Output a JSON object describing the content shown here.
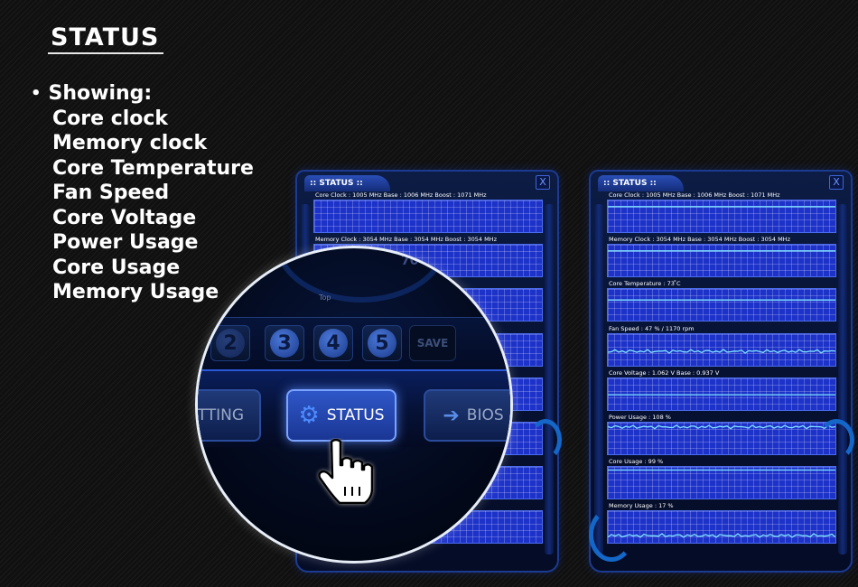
{
  "heading": "STATUS",
  "features": {
    "intro": "Showing:",
    "items": [
      "Core clock",
      "Memory clock",
      "Core Temperature",
      "Fan Speed",
      "Core Voltage",
      "Power Usage",
      "Core Usage",
      "Memory Usage"
    ]
  },
  "window_left": {
    "title": ":: STATUS ::",
    "close": "X",
    "graphs": [
      {
        "label": "Core Clock : 1005 MHz      Base : 1006 MHz    Boost : 1071 MHz"
      },
      {
        "label": "Memory Clock : 3054 MHz      Base : 3054 MHz    Boost : 3054 MHz"
      },
      {
        "label": ""
      },
      {
        "label": ""
      },
      {
        "label": ""
      },
      {
        "label": ""
      },
      {
        "label": ""
      },
      {
        "label": ""
      }
    ]
  },
  "window_right": {
    "title": ":: STATUS ::",
    "close": "X",
    "graphs": [
      {
        "label": "Core Clock : 1005 MHz      Base : 1006 MHz    Boost : 1071 MHz",
        "level": 0.88
      },
      {
        "label": "Memory Clock : 3054 MHz      Base : 3054 MHz    Boost : 3054 MHz",
        "level": 0.88
      },
      {
        "label": "Core Temperature : 73 ̊C",
        "level": 0.7
      },
      {
        "label": "Fan Speed : 47 % / 1170 rpm",
        "level": 0.47
      },
      {
        "label": "Core Voltage : 1.062 V      Base : 0.937 V",
        "level": 0.5
      },
      {
        "label": "Power Usage : 108 %",
        "level": 0.95
      },
      {
        "label": "Core Usage : 99 %",
        "level": 0.99
      },
      {
        "label": "Memory Usage : 17 %",
        "level": 0.2
      }
    ]
  },
  "zoom": {
    "dial_text": "Top",
    "dial_value": "70",
    "profile_buttons": [
      "2",
      "3",
      "4",
      "5"
    ],
    "save_label": "SAVE",
    "setting_label": "ETTING",
    "status_label": "STATUS",
    "bios_label": "BIOS"
  },
  "colors": {
    "graph_bg": "#1d32c9",
    "graph_line": "#7fe3ff",
    "accent": "#4d8cff"
  }
}
